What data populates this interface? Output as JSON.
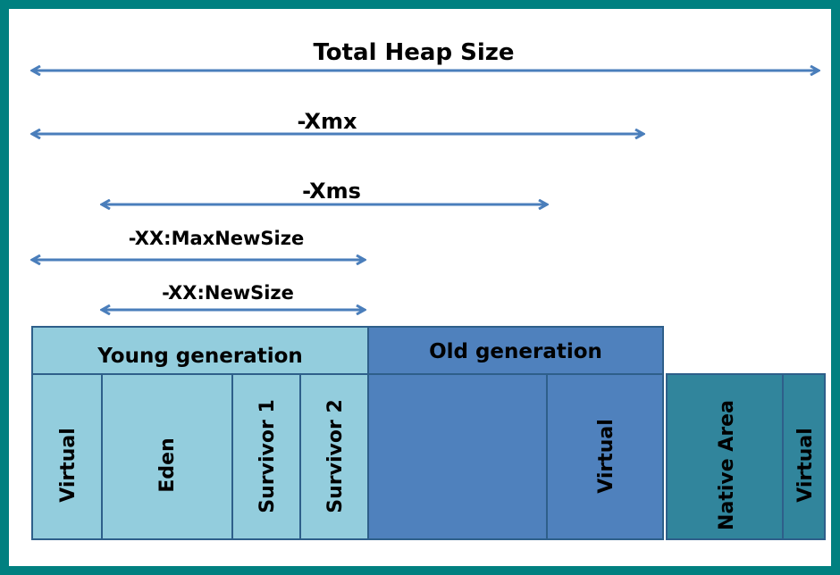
{
  "arrows": {
    "total_heap": "Total Heap Size",
    "xmx": "-Xmx",
    "xms": "-Xms",
    "max_new_size": "-XX:MaxNewSize",
    "new_size": "-XX:NewSize"
  },
  "regions": {
    "young_generation": "Young generation",
    "old_generation": "Old generation"
  },
  "cells": {
    "young_virtual": "Virtual",
    "eden": "Eden",
    "survivor1": "Survivor 1",
    "survivor2": "Survivor 2",
    "old_virtual": "Virtual",
    "native_area": "Native Area",
    "native_virtual": "Virtual"
  },
  "colors": {
    "frame": "#008080",
    "arrow": "#4a7ebb",
    "young": "#93cddd",
    "old": "#4f81bd",
    "native": "#31859c"
  }
}
